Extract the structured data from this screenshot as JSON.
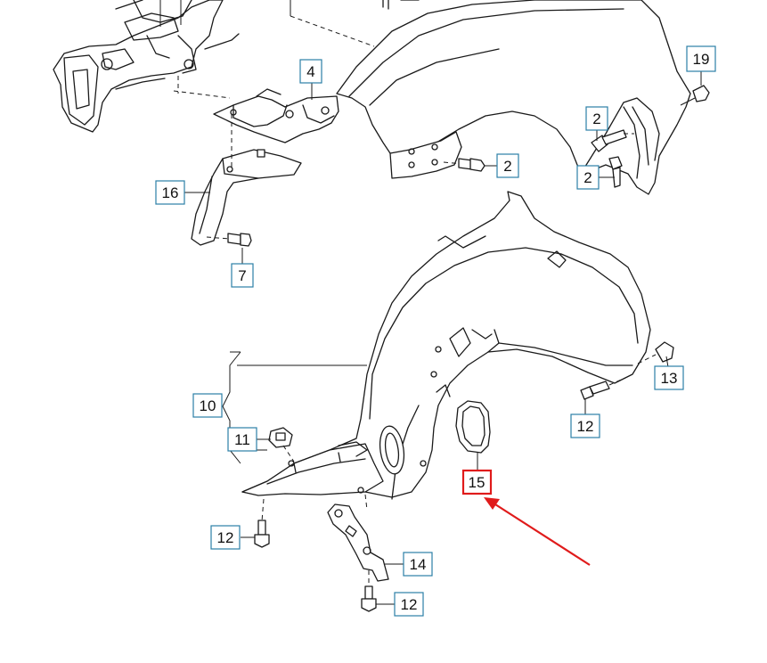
{
  "diagram": {
    "highlight_color": "#e01b1b",
    "callout_border_color": "#2b7fa6",
    "callouts": {
      "c19": "19",
      "c4": "4",
      "c2a": "2",
      "c2b": "2",
      "c2c": "2",
      "c16": "16",
      "c7": "7",
      "c10": "10",
      "c11": "11",
      "c13": "13",
      "c12a": "12",
      "c15": "15",
      "c12b": "12",
      "c14": "14",
      "c12c": "12"
    },
    "highlighted_part": "15"
  }
}
